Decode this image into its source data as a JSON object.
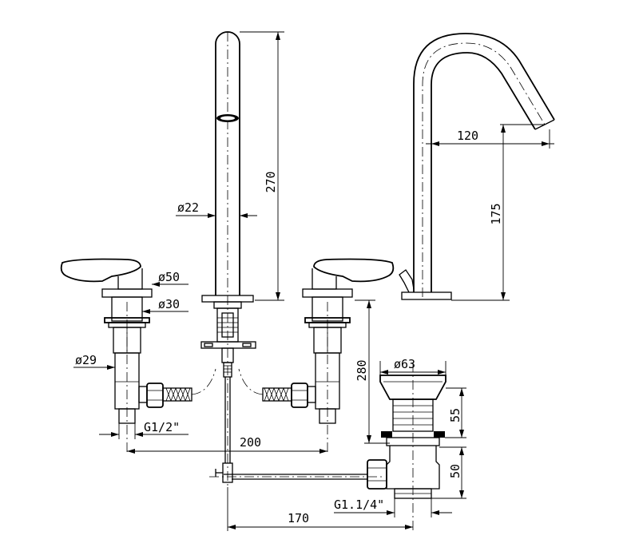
{
  "labels": {
    "spout_height": "270",
    "spout_diameter": "ø22",
    "spout_reach": "120",
    "spout_outlet_height": "175",
    "flange_diameter": "ø50",
    "body_diameter": "ø30",
    "valve_diameter": "ø29",
    "inlet_thread": "G1/2\"",
    "handle_spacing": "200",
    "install_depth": "280",
    "waste_diameter": "ø63",
    "waste_height_top": "55",
    "waste_height_bottom": "50",
    "waste_thread": "G1.1/4\"",
    "waste_offset": "170"
  }
}
